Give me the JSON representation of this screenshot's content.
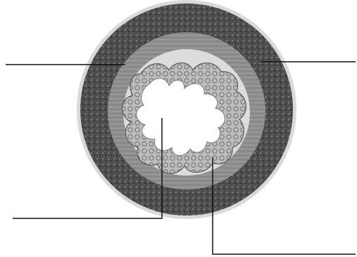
{
  "diagram": {
    "description_visible_text": [],
    "layers": [
      {
        "id": "outer-dark-layer",
        "color": "#4a4a4a"
      },
      {
        "id": "muscle-layer",
        "color": "#8c8c8c"
      },
      {
        "id": "submucosa-layer",
        "color": "#d8d8d8"
      },
      {
        "id": "mucosa-folds",
        "color": "#9a9a9a"
      },
      {
        "id": "lumen",
        "color": "#ffffff"
      }
    ],
    "leader_lines": [
      {
        "id": "label-line-left-upper"
      },
      {
        "id": "label-line-right-upper"
      },
      {
        "id": "label-line-left-lower"
      },
      {
        "id": "label-line-right-lower"
      }
    ]
  }
}
